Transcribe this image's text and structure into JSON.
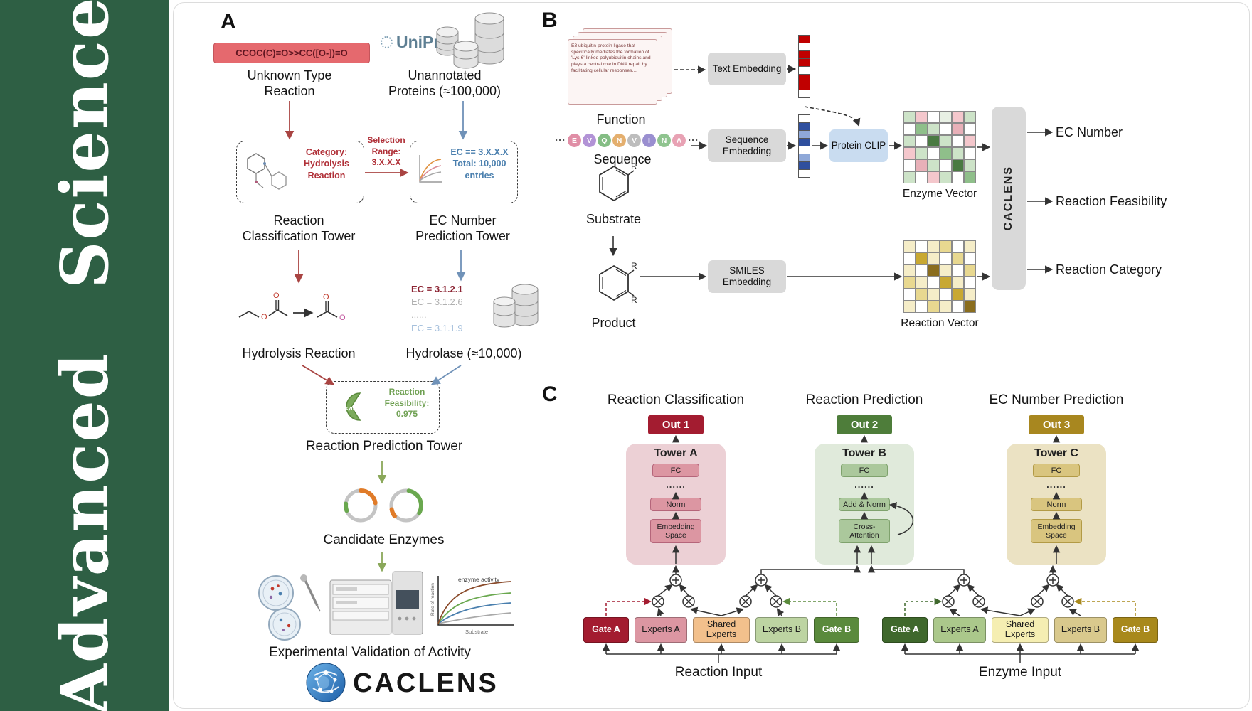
{
  "sidebar": {
    "journal": "Advanced Science"
  },
  "panelA": {
    "label": "A",
    "smiles": "CCOC(C)=O>>CC([O-])=O",
    "unknown_reaction": [
      "Unknown Type",
      "Reaction"
    ],
    "uniprot": "UniProt",
    "unannotated_proteins": [
      "Unannotated",
      "Proteins (≈100,000)"
    ],
    "selection_range": [
      "Selection",
      "Range:",
      "3.X.X.X"
    ],
    "category": [
      "Category:",
      "Hydrolysis",
      "Reaction"
    ],
    "ec_filter": [
      "EC == 3.X.X.X",
      "Total: 10,000",
      "entries"
    ],
    "classification_tower": [
      "Reaction",
      "Classification Tower"
    ],
    "ec_prediction_tower": [
      "EC Number",
      "Prediction Tower"
    ],
    "hydrolysis_reaction": "Hydrolysis Reaction",
    "ec_list": [
      "EC = 3.1.2.1",
      "EC = 3.1.2.6",
      "......",
      "EC = 3.1.1.9"
    ],
    "hydrolase": "Hydrolase (≈10,000)",
    "enzyme": "Enzyme",
    "feasibility": [
      "Reaction",
      "Feasibility:",
      "0.975"
    ],
    "prediction_tower": "Reaction Prediction Tower",
    "candidate_enzymes": "Candidate Enzymes",
    "validation": "Experimental Validation of Activity",
    "atoms": {
      "o": "O",
      "o_minus": "O⁻"
    },
    "activity_plot": {
      "title": "enzyme activity",
      "xlabel": "Substrate",
      "ylabel": "Rate of reaction"
    },
    "logo": "CACLENS"
  },
  "panelB": {
    "label": "B",
    "function_card_text": "E3 ubiquitin-protein ligase that specifically mediates the formation of 'Lys-6'-linked polyubiquitin chains and plays a central role in DNA repair by facilitating cellular responses....",
    "function_label": "Function",
    "sequence_label": "Sequence",
    "ellipsis": "···",
    "sequence_tokens": [
      {
        "ch": "E",
        "color": "#e08ea6"
      },
      {
        "ch": "V",
        "color": "#b293d6"
      },
      {
        "ch": "Q",
        "color": "#84bd84"
      },
      {
        "ch": "N",
        "color": "#e4af6e"
      },
      {
        "ch": "V",
        "color": "#bdbdbd"
      },
      {
        "ch": "I",
        "color": "#9a8fd0"
      },
      {
        "ch": "N",
        "color": "#8fc48f"
      },
      {
        "ch": "A",
        "color": "#e8a2b4"
      }
    ],
    "text_embedding": "Text Embedding",
    "sequence_embedding": "Sequence Embedding",
    "smiles_embedding": "SMILES Embedding",
    "protein_clip": "Protein CLIP",
    "substrate_label": "Substrate",
    "product_label": "Product",
    "r_label": "R",
    "enzyme_vector_label": "Enzyme Vector",
    "reaction_vector_label": "Reaction Vector",
    "caclens": "CACLENS",
    "outputs": [
      "EC Number",
      "Reaction Feasibility",
      "Reaction Category"
    ],
    "text_vector": [
      "#c00000",
      "#ffffff",
      "#c00000",
      "#c00000",
      "#ffffff",
      "#c00000",
      "#c00000",
      "#ffffff"
    ],
    "sequence_vector": [
      "#ffffff",
      "#2f4f9e",
      "#8fa8d8",
      "#2f4f9e",
      "#ffffff",
      "#8fa8d8",
      "#2f4f9e",
      "#ffffff"
    ],
    "enzyme_vector": [
      [
        "#cde3c8",
        "#f4c7cc",
        "#ffffff",
        "#e8f0e4",
        "#f4c7cc",
        "#cde3c8"
      ],
      [
        "#ffffff",
        "#8fbf8a",
        "#cde3c8",
        "#ffffff",
        "#e8b0b8",
        "#ffffff"
      ],
      [
        "#cde3c8",
        "#ffffff",
        "#4a7a42",
        "#cde3c8",
        "#ffffff",
        "#f4c7cc"
      ],
      [
        "#f4c7cc",
        "#cde3c8",
        "#ffffff",
        "#8fbf8a",
        "#cde3c8",
        "#ffffff"
      ],
      [
        "#ffffff",
        "#e8b0b8",
        "#cde3c8",
        "#ffffff",
        "#4a7a42",
        "#cde3c8"
      ],
      [
        "#cde3c8",
        "#ffffff",
        "#f4c7cc",
        "#cde3c8",
        "#ffffff",
        "#8fbf8a"
      ]
    ],
    "reaction_vector": [
      [
        "#f5edc8",
        "#ffffff",
        "#f5edc8",
        "#e8d890",
        "#ffffff",
        "#f5edc8"
      ],
      [
        "#ffffff",
        "#c8a832",
        "#f5edc8",
        "#ffffff",
        "#e8d890",
        "#ffffff"
      ],
      [
        "#f5edc8",
        "#ffffff",
        "#8a6d1e",
        "#f5edc8",
        "#ffffff",
        "#e8d890"
      ],
      [
        "#e8d890",
        "#f5edc8",
        "#ffffff",
        "#c8a832",
        "#f5edc8",
        "#ffffff"
      ],
      [
        "#ffffff",
        "#e8d890",
        "#f5edc8",
        "#ffffff",
        "#c8a832",
        "#f5edc8"
      ],
      [
        "#f5edc8",
        "#ffffff",
        "#e8d890",
        "#f5edc8",
        "#ffffff",
        "#8a6d1e"
      ]
    ]
  },
  "panelC": {
    "label": "C",
    "headers": [
      "Reaction Classification",
      "Reaction Prediction",
      "EC Number Prediction"
    ],
    "outs": [
      "Out 1",
      "Out 2",
      "Out 3"
    ],
    "towers": [
      {
        "title": "Tower A",
        "fc": "FC",
        "dots": "......",
        "mid": "Norm",
        "base": "Embedding Space"
      },
      {
        "title": "Tower B",
        "fc": "FC",
        "dots": "......",
        "mid": "Add & Norm",
        "base": "Cross-Attention"
      },
      {
        "title": "Tower C",
        "fc": "FC",
        "dots": "......",
        "mid": "Norm",
        "base": "Embedding Space"
      }
    ],
    "experts_left": [
      "Gate A",
      "Experts A",
      "Shared Experts",
      "Experts B",
      "Gate B"
    ],
    "experts_right": [
      "Gate A",
      "Experts A",
      "Shared Experts",
      "Experts B",
      "Gate B"
    ],
    "inputs": [
      "Reaction Input",
      "Enzyme Input"
    ]
  }
}
